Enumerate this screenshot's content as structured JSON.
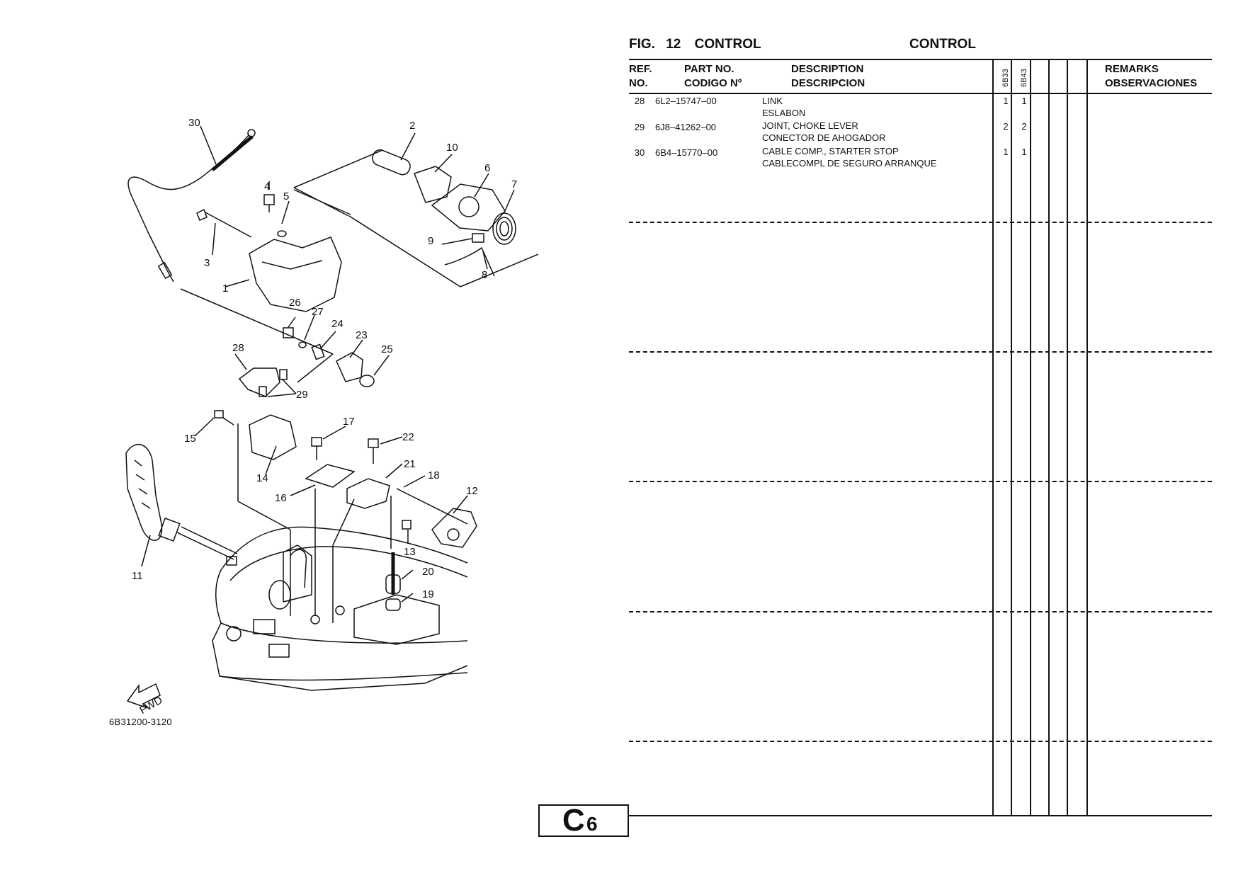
{
  "header": {
    "fig_label": "FIG.",
    "fig_number": "12",
    "fig_title_en": "CONTROL",
    "fig_title_es": "CONTROL"
  },
  "columns": {
    "ref_line1": "REF.",
    "ref_line2": "NO.",
    "part_line1": "PART NO.",
    "part_line2": "CODIGO Nº",
    "desc_line1": "DESCRIPTION",
    "desc_line2": "DESCRIPCION",
    "model1": "6B33",
    "model2": "6B43",
    "remarks_line1": "REMARKS",
    "remarks_line2": "OBSERVACIONES"
  },
  "rows": [
    {
      "ref": "28",
      "part": "6L2–15747–00",
      "desc_en": "LINK",
      "desc_es": "ESLABON",
      "q1": "1",
      "q2": "1"
    },
    {
      "ref": "29",
      "part": "6J8–41262–00",
      "desc_en": "JOINT, CHOKE LEVER",
      "desc_es": "CONECTOR DE AHOGADOR",
      "q1": "2",
      "q2": "2"
    },
    {
      "ref": "30",
      "part": "6B4–15770–00",
      "desc_en": "CABLE COMP., STARTER STOP",
      "desc_es": "CABLECOMPL DE SEGURO ARRANQUE",
      "q1": "1",
      "q2": "1"
    }
  ],
  "diagram": {
    "code": "6B31200-3120",
    "fwd_label": "FWD",
    "callouts": [
      "30",
      "2",
      "10",
      "6",
      "7",
      "4",
      "5",
      "3",
      "1",
      "9",
      "8",
      "26",
      "27",
      "24",
      "23",
      "25",
      "28",
      "29",
      "15",
      "17",
      "22",
      "21",
      "18",
      "12",
      "14",
      "16",
      "13",
      "20",
      "19",
      "11"
    ]
  },
  "page": {
    "letter": "C",
    "number": "6"
  }
}
